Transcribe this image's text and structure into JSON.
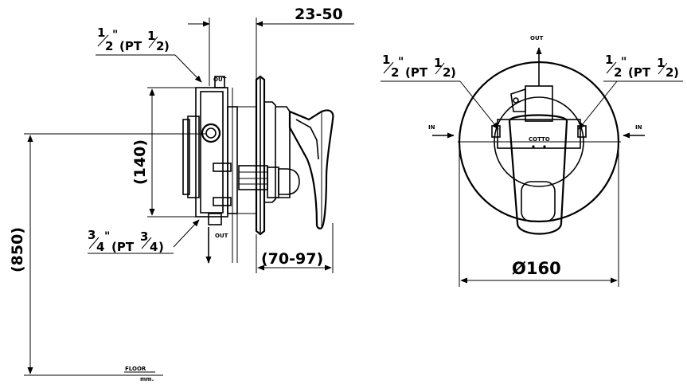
{
  "side_view": {
    "dim_depth_adjust": "23-50",
    "dim_height": "(140)",
    "dim_install_height": "(850)",
    "dim_protrusion": "(70-97)",
    "inlet_top": {
      "whole": "1",
      "den": "2",
      "quote": "\"",
      "pt_open": "(PT",
      "pt_whole": "1",
      "pt_den": "2",
      "pt_close": ")"
    },
    "inlet_bottom": {
      "whole": "3",
      "den": "4",
      "quote": "\"",
      "pt_open": "(PT",
      "pt_whole": "3",
      "pt_den": "4",
      "pt_close": ")"
    },
    "out_top": "OUT",
    "out_bottom": "OUT",
    "floor_label": "FLOOR",
    "unit_label": "mm."
  },
  "front_view": {
    "dim_diameter": "Ø160",
    "out_label": "OUT",
    "in_left": "IN",
    "in_right": "IN",
    "left_thread": {
      "whole": "1",
      "den": "2",
      "quote": "\"",
      "pt_open": "(PT",
      "pt_whole": "1",
      "pt_den": "2",
      "pt_close": ")"
    },
    "right_thread": {
      "whole": "1",
      "den": "2",
      "quote": "\"",
      "pt_open": "(PT",
      "pt_whole": "1",
      "pt_den": "2",
      "pt_close": ")"
    },
    "brand_mark": "COTTO"
  }
}
